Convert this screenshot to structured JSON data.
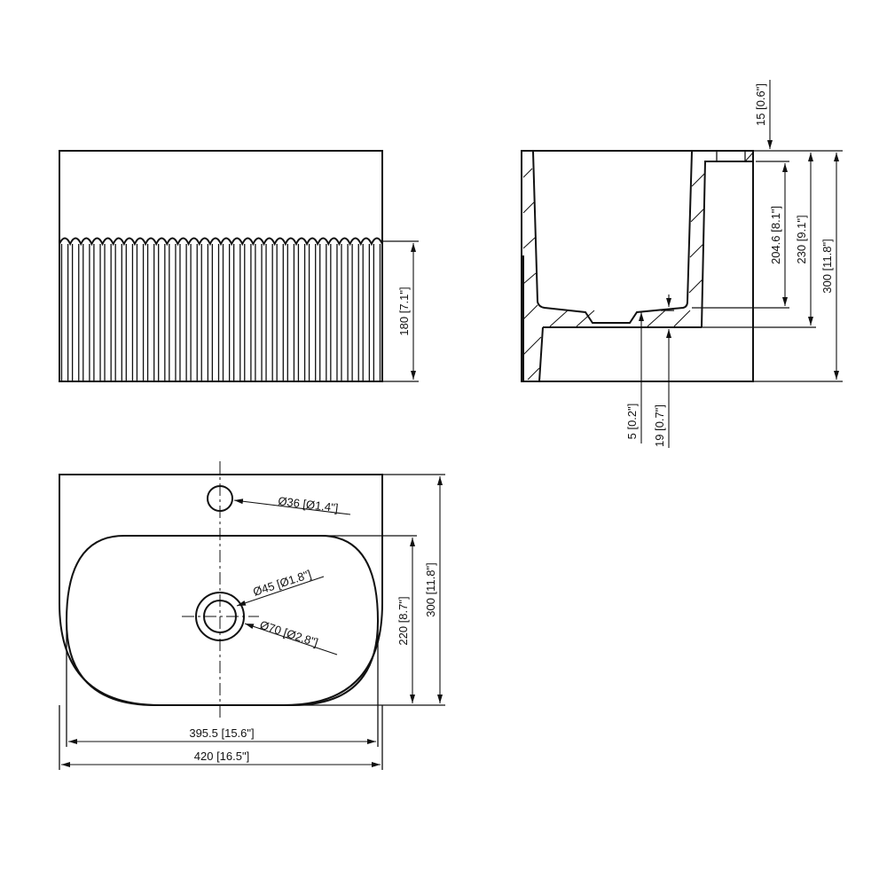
{
  "drawing": {
    "front_view": {
      "height_label": "180 [7.1\"]"
    },
    "side_view": {
      "rim_label": "15 [0.6\"]",
      "bowl_depth_label": "204.6 [8.1\"]",
      "inner_height_label": "230 [9.1\"]",
      "total_height_label": "300 [11.8\"]",
      "drain_step_label": "5 [0.2\"]",
      "floor_label": "19 [0.7\"]"
    },
    "top_view": {
      "tap_hole_label": "Ø36 [Ø1.4\"]",
      "drain_inner_label": "Ø45 [Ø1.8\"]",
      "drain_outer_label": "Ø70 [Ø2.8\"]",
      "bowl_depth_label": "220 [8.7\"]",
      "total_depth_label": "300 [11.8\"]",
      "bowl_width_label": "395.5 [15.6\"]",
      "total_width_label": "420 [16.5\"]"
    }
  }
}
